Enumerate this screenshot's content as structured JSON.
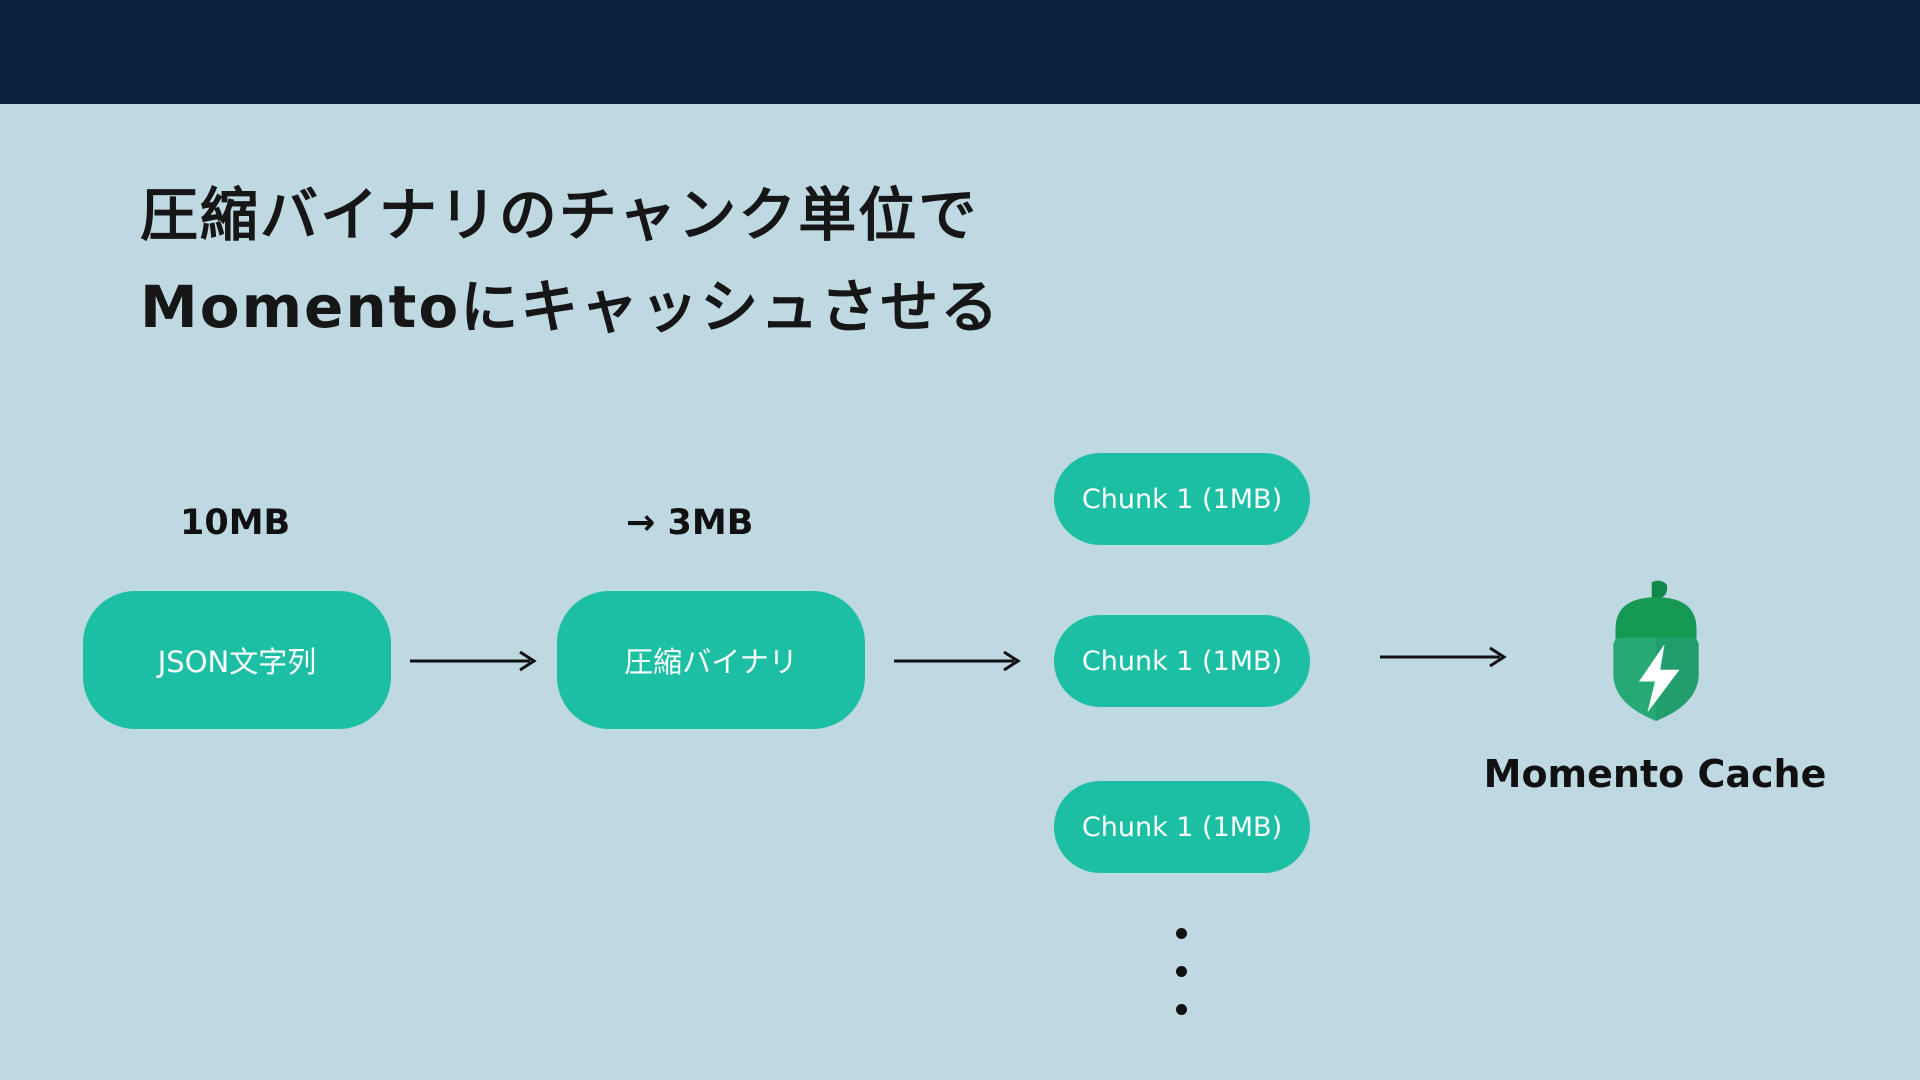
{
  "slide": {
    "title_line1": "圧縮バイナリのチャンク単位で",
    "title_line2": "Momentoにキャッシュさせる"
  },
  "flow": {
    "source": {
      "size_label": "10MB",
      "label": "JSON文字列"
    },
    "compressed": {
      "size_label": "→ 3MB",
      "label": "圧縮バイナリ"
    },
    "chunks": [
      {
        "label": "Chunk 1 (1MB)"
      },
      {
        "label": "Chunk 1 (1MB)"
      },
      {
        "label": "Chunk 1 (1MB)"
      }
    ],
    "cache": {
      "label": "Momento Cache"
    }
  },
  "colors": {
    "topbar_navy": "#0c2340",
    "background_blue": "#bfd9e2",
    "pill_teal": "#1dbfa4",
    "arrow_black": "#111111",
    "logo_green_cap": "#169a53",
    "logo_green_body": "#27a974"
  }
}
